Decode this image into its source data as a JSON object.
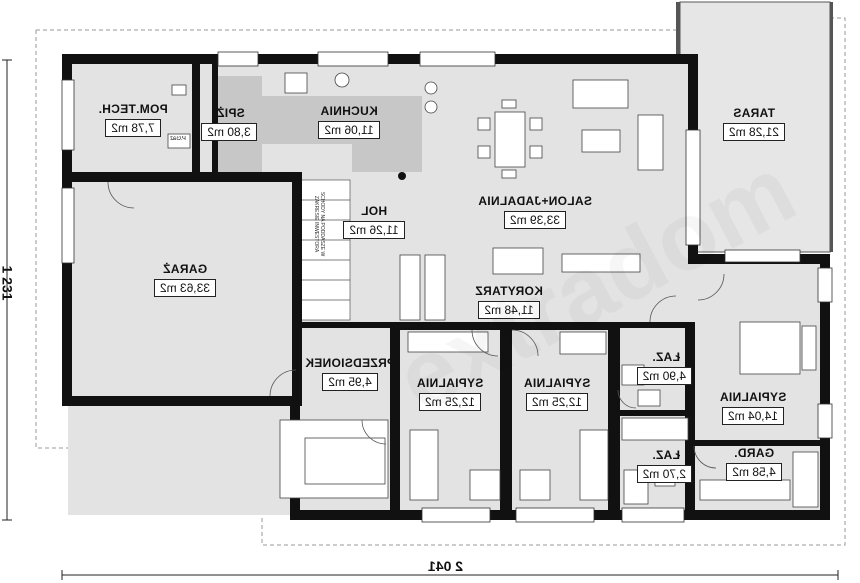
{
  "rooms": {
    "pom_tech": {
      "name": "POM.TECH.",
      "area": "7,78 m2"
    },
    "spiz": {
      "name": "SPIŻ.",
      "area": "3,80 m2"
    },
    "kuchnia": {
      "name": "KUCHNIA",
      "area": "11,06 m2"
    },
    "taras": {
      "name": "TARAS",
      "area": "21,28 m2"
    },
    "salon": {
      "name": "SALON+JADALNIA",
      "area": "33,39 m2"
    },
    "hol": {
      "name": "HOL",
      "area": "11,26 m2"
    },
    "garaz": {
      "name": "GARAŻ",
      "area": "33,63 m2"
    },
    "korytarz": {
      "name": "KORYTARZ",
      "area": "11,48 m2"
    },
    "przedsionek": {
      "name": "PRZEDSIONEK",
      "area": "4,95 m2"
    },
    "sypialnia1": {
      "name": "SYPIALNIA",
      "area": "12,25 m2"
    },
    "sypialnia2": {
      "name": "SYPIALNIA",
      "area": "12,25 m2"
    },
    "laz1": {
      "name": "ŁAZ.",
      "area": "4,90 m2"
    },
    "sypialnia3": {
      "name": "SYPIALNIA",
      "area": "14,04 m2"
    },
    "laz2": {
      "name": "ŁAZ.",
      "area": "2,70 m2"
    },
    "gard": {
      "name": "GARD.",
      "area": "4,58 m2"
    }
  },
  "dimensions": {
    "width": "2 041",
    "height": "1 231"
  },
  "stair_note": "SCHODY NA PODDASZE W ZAKRESIE INWESTORA",
  "small_label": "P.Gaz",
  "watermark": "extradom",
  "colors": {
    "wall": "#111111",
    "floor": "#e3e3e3",
    "kitchen": "#c7c7c7",
    "white": "#ffffff"
  }
}
